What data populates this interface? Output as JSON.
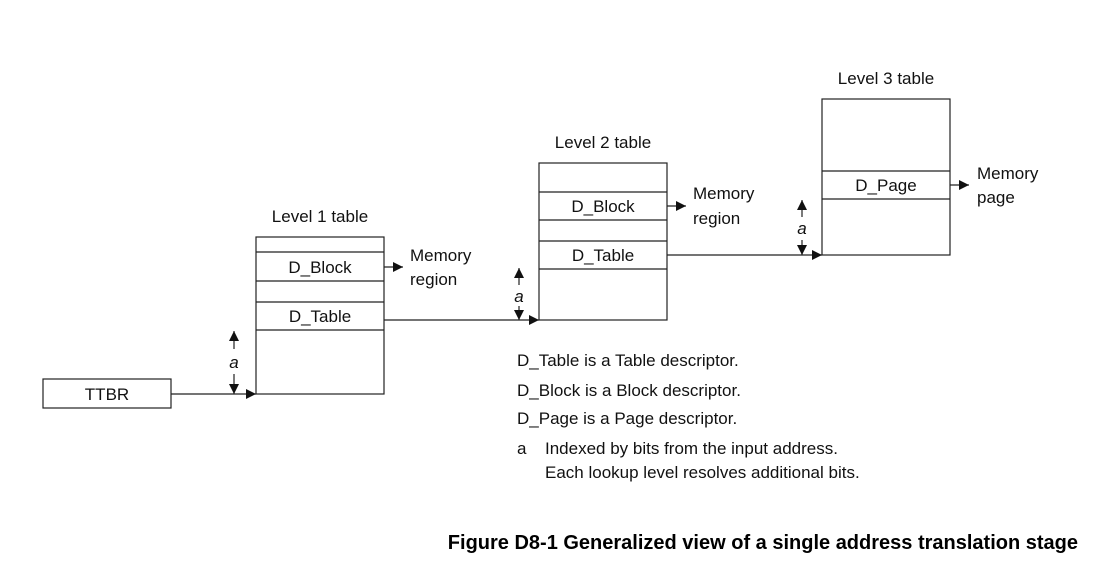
{
  "diagram": {
    "ttbr": {
      "label": "TTBR"
    },
    "level1": {
      "title": "Level 1 table",
      "block_label": "D_Block",
      "table_label": "D_Table",
      "memory_label_1": "Memory",
      "memory_label_2": "region"
    },
    "level2": {
      "title": "Level 2 table",
      "block_label": "D_Block",
      "table_label": "D_Table",
      "memory_label_1": "Memory",
      "memory_label_2": "region"
    },
    "level3": {
      "title": "Level 3 table",
      "page_label": "D_Page",
      "memory_label_1": "Memory",
      "memory_label_2": "page"
    },
    "index_marker": "a",
    "legend": {
      "table": "D_Table is a Table descriptor.",
      "block": "D_Block is a Block descriptor.",
      "page": "D_Page is a Page descriptor.",
      "note_key": "a",
      "note_line1": "Indexed by bits from the input address.",
      "note_line2": "Each lookup level resolves additional bits."
    },
    "caption": "Figure D8-1 Generalized view of a single address translation stage"
  }
}
